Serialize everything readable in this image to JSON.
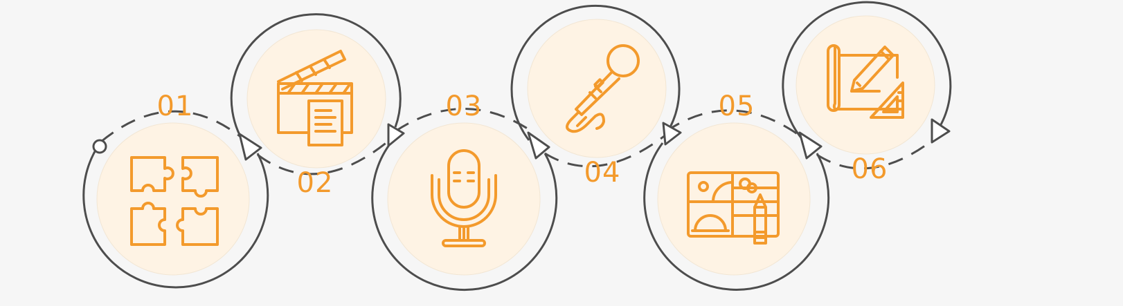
{
  "colors": {
    "background": "#f6f6f6",
    "accent": "#f39a2c",
    "disc_fill": "#fef3e4",
    "ring": "#4d4d4d"
  },
  "steps": [
    {
      "number": "01",
      "icon": "puzzle-icon"
    },
    {
      "number": "02",
      "icon": "clapperboard-icon"
    },
    {
      "number": "03",
      "icon": "studio-microphone-icon"
    },
    {
      "number": "04",
      "icon": "handheld-microphone-icon"
    },
    {
      "number": "05",
      "icon": "storyboard-design-icon"
    },
    {
      "number": "06",
      "icon": "blueprint-drafting-icon"
    }
  ]
}
